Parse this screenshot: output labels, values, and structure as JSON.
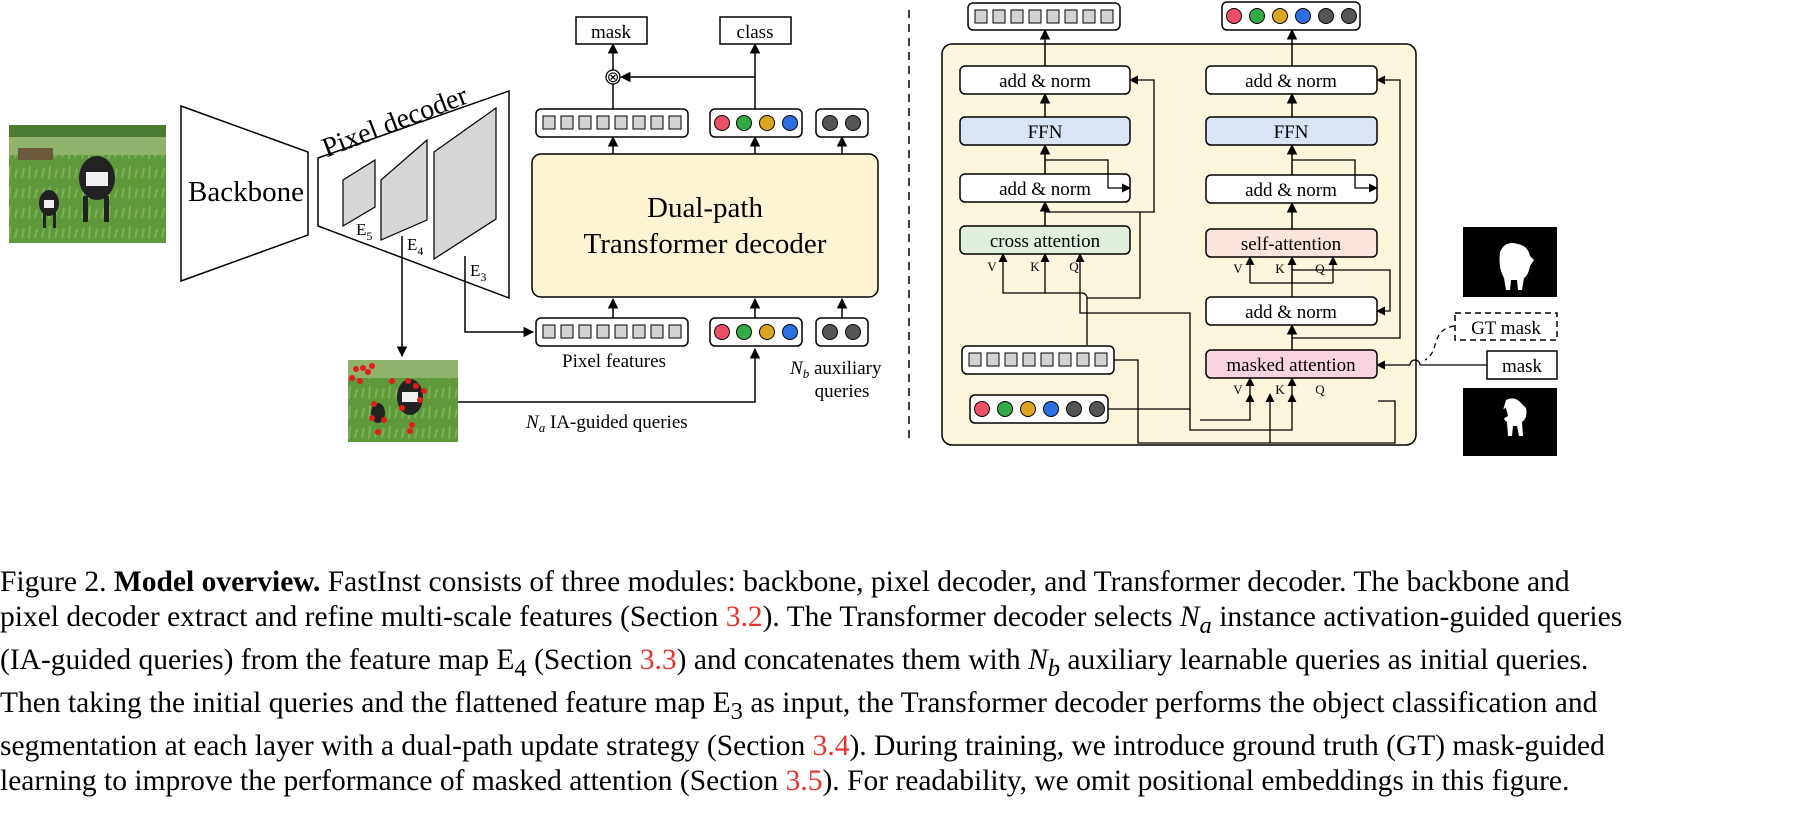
{
  "labels": {
    "backbone": "Backbone",
    "pixel_decoder": "Pixel decoder",
    "e5": "E",
    "e5_sub": "5",
    "e4": "E",
    "e4_sub": "4",
    "e3": "E",
    "e3_sub": "3",
    "transformer_line1": "Dual-path",
    "transformer_line2": "Transformer decoder",
    "mask_output": "mask",
    "class_output": "class",
    "pixel_features": "Pixel features",
    "na_symbol": "N",
    "na_sub": "a",
    "na_text": " IA-guided queries",
    "nb_symbol": "N",
    "nb_sub": "b",
    "nb_text": " auxiliary",
    "nb_text2": "queries",
    "add_norm": "add & norm",
    "ffn": "FFN",
    "cross_attention": "cross attention",
    "self_attention": "self-attention",
    "masked_attention": "masked attention",
    "v": "V",
    "k": "K",
    "q": "Q",
    "gt_mask": "GT mask",
    "mask_input": "mask",
    "times_symbol": "⊗"
  },
  "colors": {
    "transformer_fill": "#fcf4d2",
    "layer_bg": "#fcf6dc",
    "ffn_fill": "#d9e4f5",
    "cross_attention_fill": "#e0f0dd",
    "self_attention_fill": "#fbe4dc",
    "masked_attention_fill": "#f9d3de",
    "token_gray": "#d3d3d3",
    "query_colors": [
      "#ec4f66",
      "#33aa44",
      "#daa520",
      "#2d6ee0"
    ],
    "aux_color": "#555555",
    "link_red": "#e8322a"
  },
  "caption": {
    "fig_label": "Figure 2.",
    "title": "Model overview.",
    "lines": [
      [
        "FastInst consists of three modules: backbone, pixel decoder, and Transformer decoder. The backbone and"
      ],
      [
        "pixel decoder extract and refine multi-scale features (Section ",
        "3.2",
        "). The Transformer decoder selects ",
        "N",
        "a",
        " instance activation-guided queries"
      ],
      [
        "(IA-guided queries) from the feature map E",
        "4",
        " (Section ",
        "3.3",
        ") and concatenates them with ",
        "N",
        "b",
        " auxiliary learnable queries as initial queries."
      ],
      [
        "Then taking the initial queries and the flattened feature map E",
        "3",
        " as input, the Transformer decoder performs the object classification and"
      ],
      [
        "segmentation at each layer with a dual-path update strategy (Section ",
        "3.4",
        "). During training, we introduce ground truth (GT) mask-guided"
      ],
      [
        "learning to improve the performance of masked attention (Section ",
        "3.5",
        "). For readability, we omit positional embeddings in this figure."
      ]
    ]
  }
}
